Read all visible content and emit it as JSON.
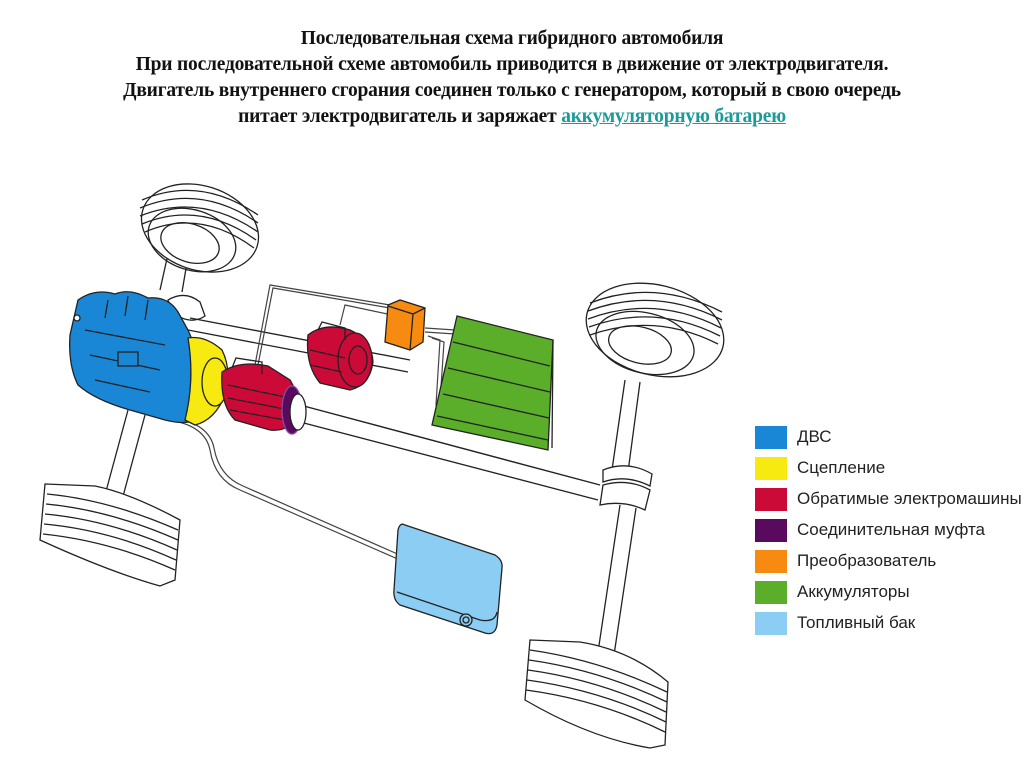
{
  "title": {
    "line1": "Последовательная схема гибридного автомобиля",
    "line2": "При последовательной схеме автомобиль приводится в движение от электродвигателя.",
    "line3": "Двигатель внутреннего сгорания соединен только с генератором, который в свою очередь",
    "line4_text": "питает электродвигатель и заряжает ",
    "line4_link": "аккумуляторную батарею"
  },
  "colors": {
    "engine": "#1a86d6",
    "clutch": "#f7ea10",
    "electric_machines": "#cc0a38",
    "coupling": "#5a0a5e",
    "converter": "#f78a10",
    "batteries": "#5aae2a",
    "fuel_tank": "#8ccdf3",
    "link": "#1a9a9a"
  },
  "legend": {
    "items": [
      {
        "label": "ДВС",
        "color": "#1a86d6"
      },
      {
        "label": "Сцепление",
        "color": "#f7ea10"
      },
      {
        "label": "Обратимые электромашины",
        "color": "#cc0a38"
      },
      {
        "label": "Соединительная муфта",
        "color": "#5a0a5e"
      },
      {
        "label": "Преобразователь",
        "color": "#f78a10"
      },
      {
        "label": "Аккумуляторы",
        "color": "#5aae2a"
      },
      {
        "label": "Топливный бак",
        "color": "#8ccdf3"
      }
    ]
  }
}
